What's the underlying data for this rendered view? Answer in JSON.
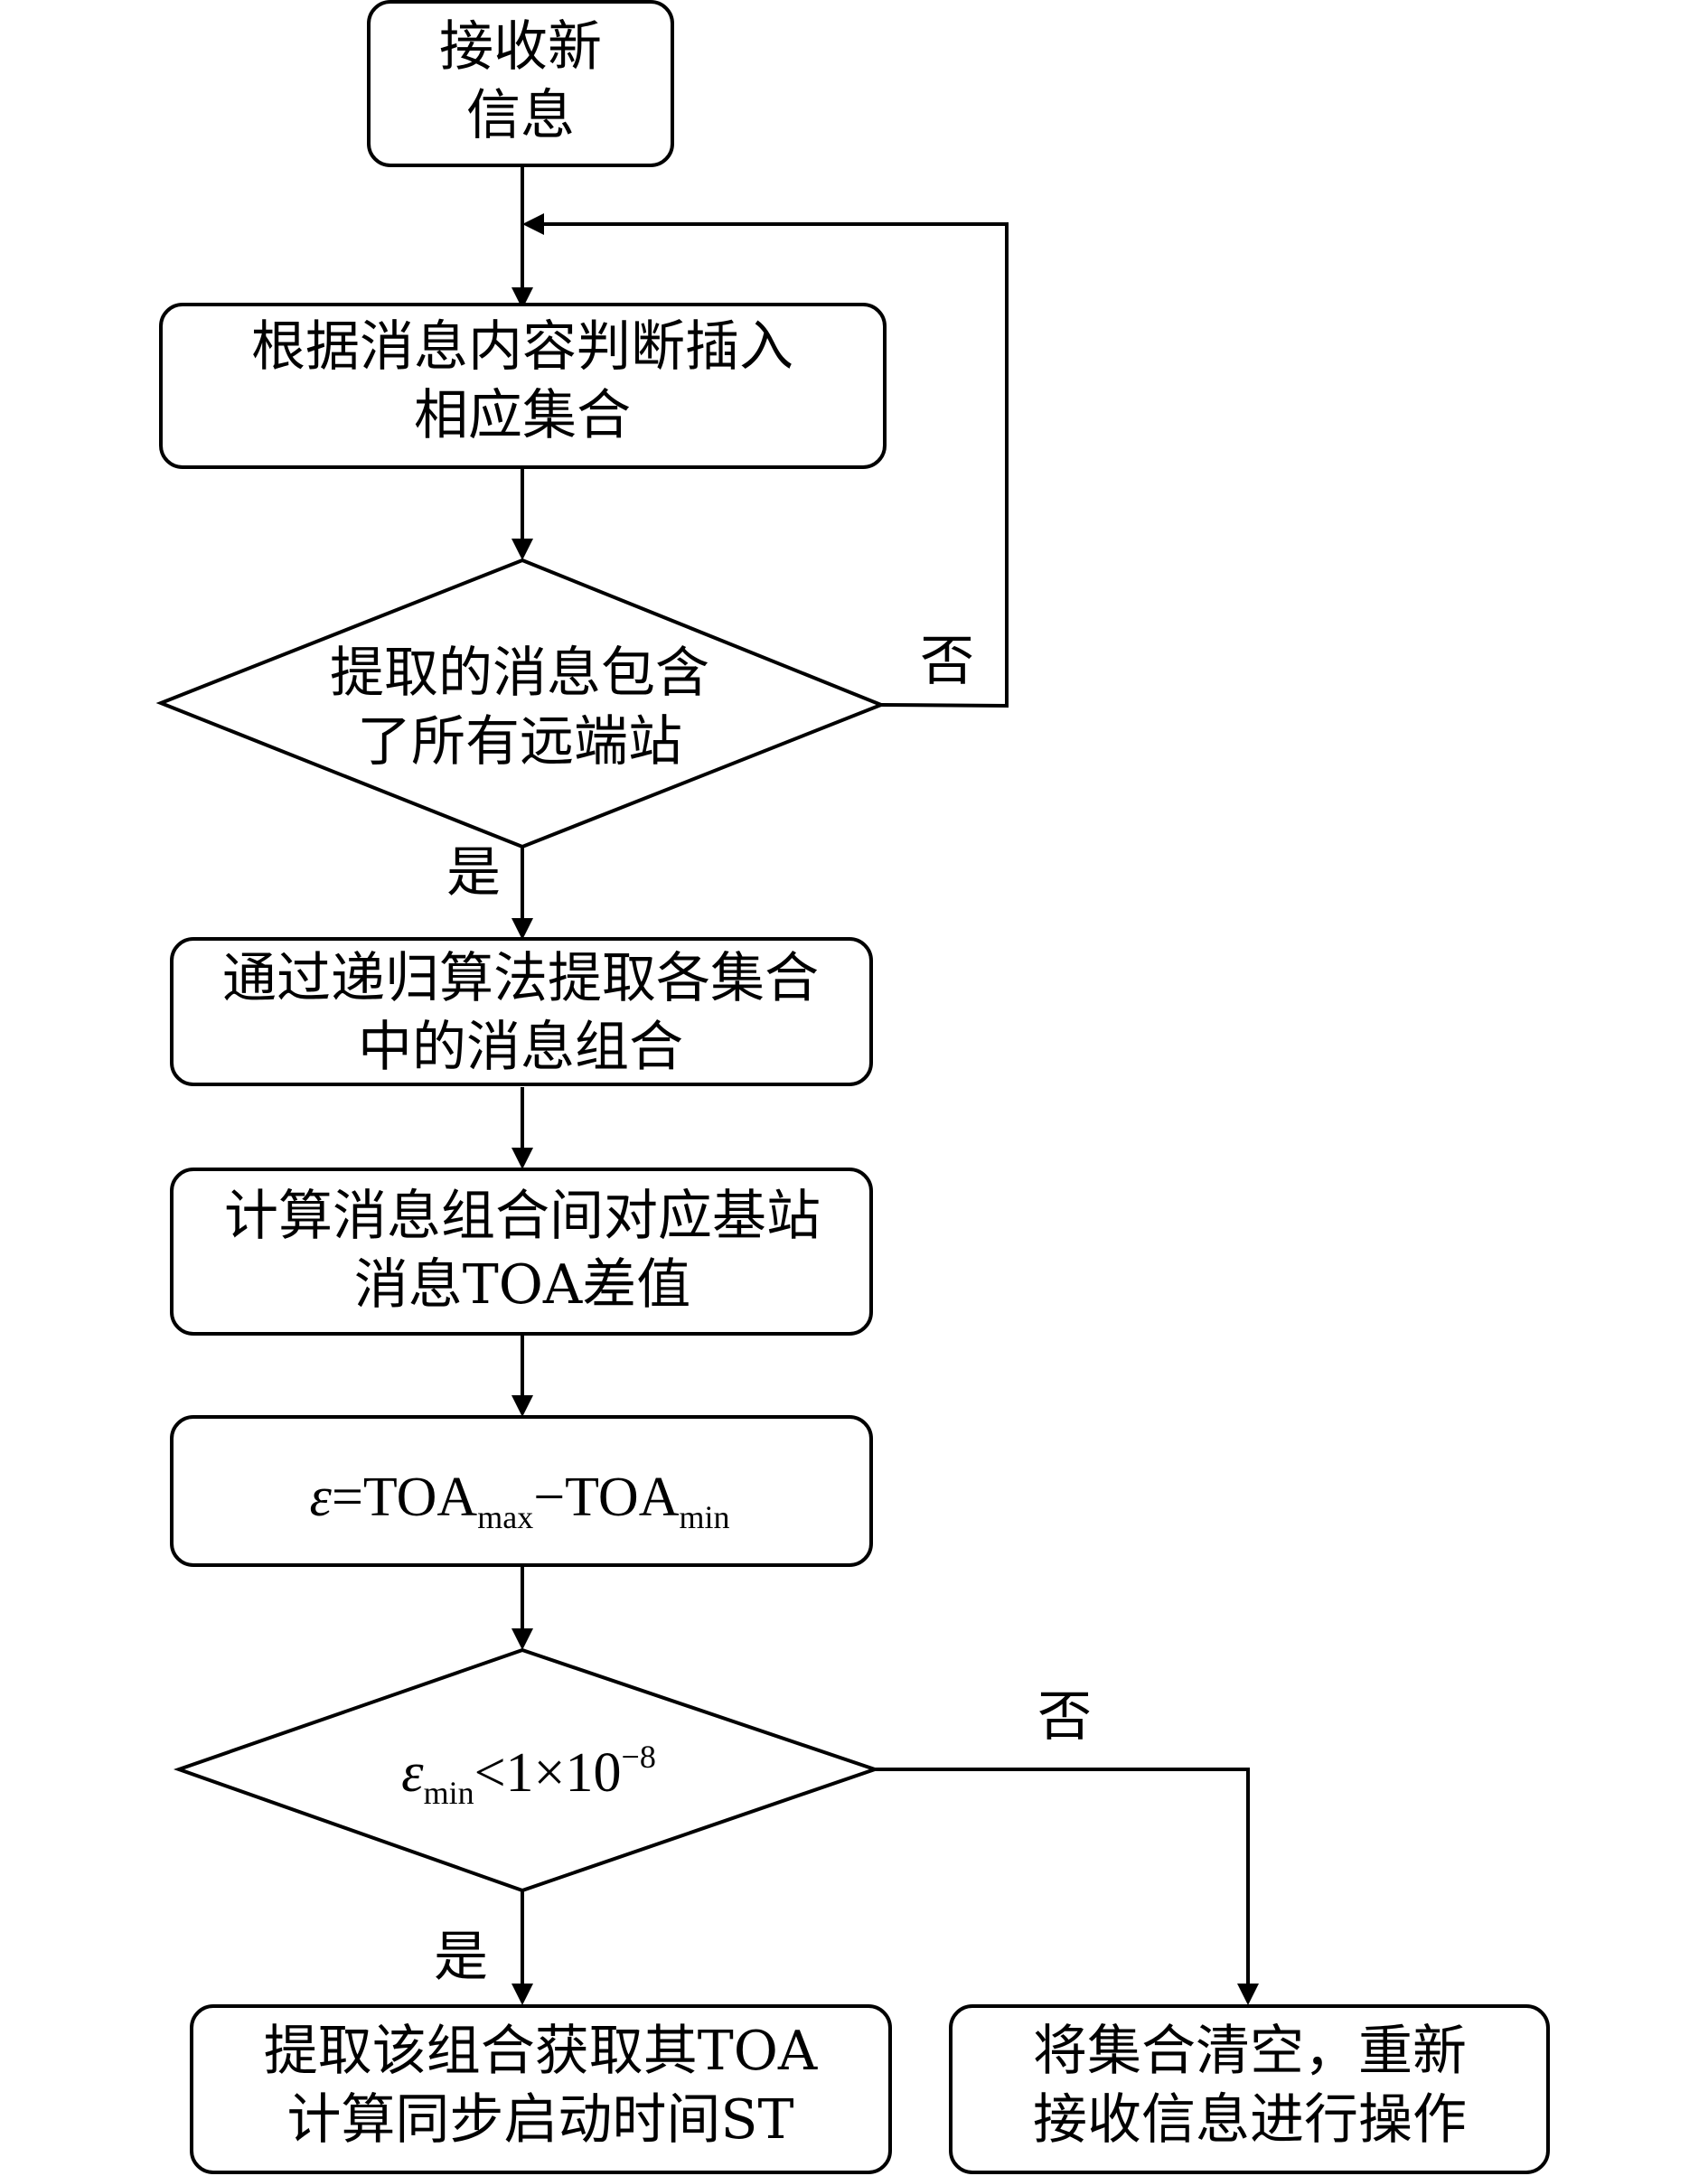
{
  "nodes": {
    "receive": {
      "lines": [
        "接收新",
        "信息"
      ]
    },
    "insert": {
      "lines": [
        "根据消息内容判断插入",
        "相应集合"
      ]
    },
    "check_all": {
      "lines": [
        "提取的消息包含",
        "了所有远端站"
      ]
    },
    "recurse": {
      "lines": [
        "通过递归算法提取各集合",
        "中的消息组合"
      ]
    },
    "compute_diff": {
      "lines": [
        "计算消息组合间对应基站",
        "消息TOA差值"
      ]
    },
    "epsilon": {
      "symbol": "ε",
      "eq": "=TOA",
      "sub1": "max",
      "mid": "−TOA",
      "sub2": "min"
    },
    "threshold": {
      "symbol": "ε",
      "sub": "min",
      "rel": "<1×10",
      "sup": "−8"
    },
    "extract": {
      "lines": [
        "提取该组合获取其TOA",
        "计算同步启动时间ST"
      ]
    },
    "clear": {
      "lines": [
        "将集合清空，重新",
        "接收信息进行操作"
      ]
    }
  },
  "edge_labels": {
    "no_1": "否",
    "yes_1": "是",
    "no_2": "否",
    "yes_2": "是"
  }
}
